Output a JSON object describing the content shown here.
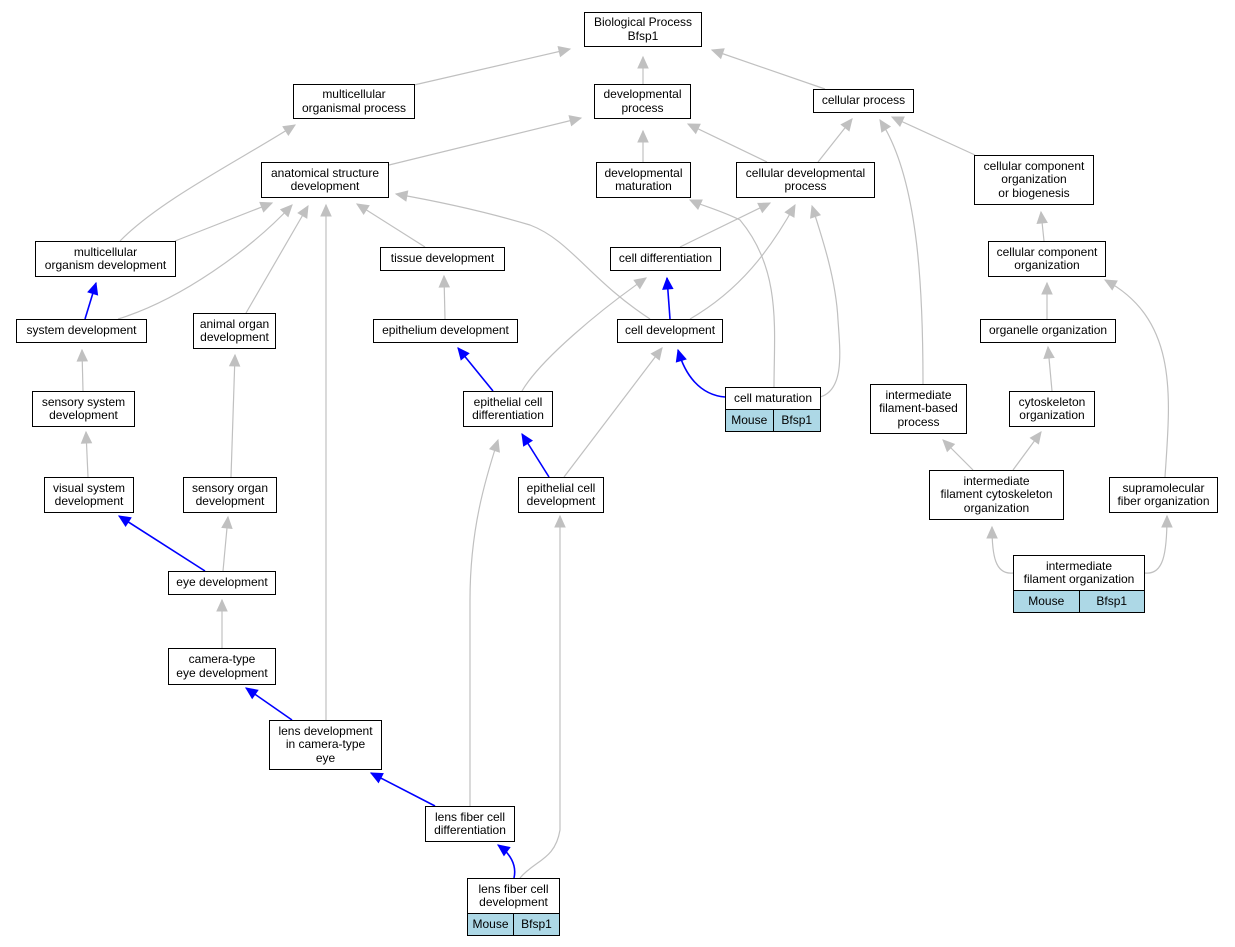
{
  "colors": {
    "edge_is_a": "#c0c0c0",
    "edge_part_of": "#0000ff",
    "annotation_fill": "#add8e6"
  },
  "nodes": [
    {
      "id": "bp",
      "label": "Biological Process\nBfsp1"
    },
    {
      "id": "mop",
      "label": "multicellular\norganismal process"
    },
    {
      "id": "dp",
      "label": "developmental\nprocess"
    },
    {
      "id": "cp",
      "label": "cellular process"
    },
    {
      "id": "asd",
      "label": "anatomical structure\ndevelopment"
    },
    {
      "id": "dm",
      "label": "developmental\nmaturation"
    },
    {
      "id": "cdp",
      "label": "cellular developmental\nprocess"
    },
    {
      "id": "ccob",
      "label": "cellular component\norganization\nor biogenesis"
    },
    {
      "id": "mod",
      "label": "multicellular\norganism development"
    },
    {
      "id": "td",
      "label": "tissue development"
    },
    {
      "id": "cdiff",
      "label": "cell differentiation"
    },
    {
      "id": "cco",
      "label": "cellular component\norganization"
    },
    {
      "id": "sd",
      "label": "system development"
    },
    {
      "id": "aod",
      "label": "animal organ\ndevelopment"
    },
    {
      "id": "ed",
      "label": "epithelium development"
    },
    {
      "id": "cdev",
      "label": "cell development"
    },
    {
      "id": "oo",
      "label": "organelle organization"
    },
    {
      "id": "ssd",
      "label": "sensory system\ndevelopment"
    },
    {
      "id": "ecd",
      "label": "epithelial cell\ndifferentiation"
    },
    {
      "id": "cm",
      "label": "cell maturation",
      "annotation": [
        "Mouse",
        "Bfsp1"
      ]
    },
    {
      "id": "ifbp",
      "label": "intermediate\nfilament-based\nprocess"
    },
    {
      "id": "co",
      "label": "cytoskeleton\norganization"
    },
    {
      "id": "vsd",
      "label": "visual system\ndevelopment"
    },
    {
      "id": "sod",
      "label": "sensory organ\ndevelopment"
    },
    {
      "id": "ecdev",
      "label": "epithelial cell\ndevelopment"
    },
    {
      "id": "ifco",
      "label": "intermediate\nfilament cytoskeleton\norganization"
    },
    {
      "id": "sfo",
      "label": "supramolecular\nfiber organization"
    },
    {
      "id": "eyed",
      "label": "eye development"
    },
    {
      "id": "ifo",
      "label": "intermediate\nfilament organization",
      "annotation": [
        "Mouse",
        "Bfsp1"
      ]
    },
    {
      "id": "ctd",
      "label": "camera-type\neye development"
    },
    {
      "id": "ldcte",
      "label": "lens development\nin camera-type\neye"
    },
    {
      "id": "lfcdiff",
      "label": "lens fiber cell\ndifferentiation"
    },
    {
      "id": "lfcdev",
      "label": "lens fiber cell\ndevelopment",
      "annotation": [
        "Mouse",
        "Bfsp1"
      ]
    }
  ],
  "edges": [
    {
      "child": "mop",
      "parent": "bp",
      "relation": "is_a"
    },
    {
      "child": "dp",
      "parent": "bp",
      "relation": "is_a"
    },
    {
      "child": "cp",
      "parent": "bp",
      "relation": "is_a"
    },
    {
      "child": "asd",
      "parent": "dp",
      "relation": "is_a"
    },
    {
      "child": "dm",
      "parent": "dp",
      "relation": "is_a"
    },
    {
      "child": "cdp",
      "parent": "dp",
      "relation": "is_a"
    },
    {
      "child": "cdp",
      "parent": "cp",
      "relation": "is_a"
    },
    {
      "child": "ifbp",
      "parent": "cp",
      "relation": "is_a"
    },
    {
      "child": "ccob",
      "parent": "cp",
      "relation": "is_a"
    },
    {
      "child": "mod",
      "parent": "mop",
      "relation": "is_a"
    },
    {
      "child": "mod",
      "parent": "asd",
      "relation": "is_a"
    },
    {
      "child": "sd",
      "parent": "asd",
      "relation": "is_a"
    },
    {
      "child": "aod",
      "parent": "asd",
      "relation": "is_a"
    },
    {
      "child": "ldcte",
      "parent": "asd",
      "relation": "is_a"
    },
    {
      "child": "td",
      "parent": "asd",
      "relation": "is_a"
    },
    {
      "child": "cdev",
      "parent": "asd",
      "relation": "is_a"
    },
    {
      "child": "cdiff",
      "parent": "cdp",
      "relation": "is_a"
    },
    {
      "child": "cdev",
      "parent": "cdp",
      "relation": "is_a"
    },
    {
      "child": "cm",
      "parent": "cdp",
      "relation": "is_a"
    },
    {
      "child": "cm",
      "parent": "dm",
      "relation": "is_a"
    },
    {
      "child": "cco",
      "parent": "ccob",
      "relation": "is_a"
    },
    {
      "child": "sd",
      "parent": "mod",
      "relation": "part_of"
    },
    {
      "child": "ed",
      "parent": "td",
      "relation": "is_a"
    },
    {
      "child": "cdev",
      "parent": "cdiff",
      "relation": "part_of"
    },
    {
      "child": "ecd",
      "parent": "cdiff",
      "relation": "is_a"
    },
    {
      "child": "oo",
      "parent": "cco",
      "relation": "is_a"
    },
    {
      "child": "sfo",
      "parent": "cco",
      "relation": "is_a"
    },
    {
      "child": "ssd",
      "parent": "sd",
      "relation": "is_a"
    },
    {
      "child": "sod",
      "parent": "aod",
      "relation": "is_a"
    },
    {
      "child": "ecd",
      "parent": "ed",
      "relation": "part_of"
    },
    {
      "child": "cm",
      "parent": "cdev",
      "relation": "part_of"
    },
    {
      "child": "ecdev",
      "parent": "cdev",
      "relation": "is_a"
    },
    {
      "child": "co",
      "parent": "oo",
      "relation": "is_a"
    },
    {
      "child": "vsd",
      "parent": "ssd",
      "relation": "is_a"
    },
    {
      "child": "ecdev",
      "parent": "ecd",
      "relation": "part_of"
    },
    {
      "child": "lfcdiff",
      "parent": "ecd",
      "relation": "is_a"
    },
    {
      "child": "ifco",
      "parent": "ifbp",
      "relation": "is_a"
    },
    {
      "child": "ifco",
      "parent": "co",
      "relation": "is_a"
    },
    {
      "child": "eyed",
      "parent": "vsd",
      "relation": "part_of"
    },
    {
      "child": "eyed",
      "parent": "sod",
      "relation": "is_a"
    },
    {
      "child": "lfcdev",
      "parent": "ecdev",
      "relation": "is_a"
    },
    {
      "child": "ifo",
      "parent": "ifco",
      "relation": "is_a"
    },
    {
      "child": "ifo",
      "parent": "sfo",
      "relation": "is_a"
    },
    {
      "child": "ctd",
      "parent": "eyed",
      "relation": "is_a"
    },
    {
      "child": "ldcte",
      "parent": "ctd",
      "relation": "part_of"
    },
    {
      "child": "lfcdiff",
      "parent": "ldcte",
      "relation": "part_of"
    },
    {
      "child": "lfcdev",
      "parent": "lfcdiff",
      "relation": "part_of"
    }
  ]
}
